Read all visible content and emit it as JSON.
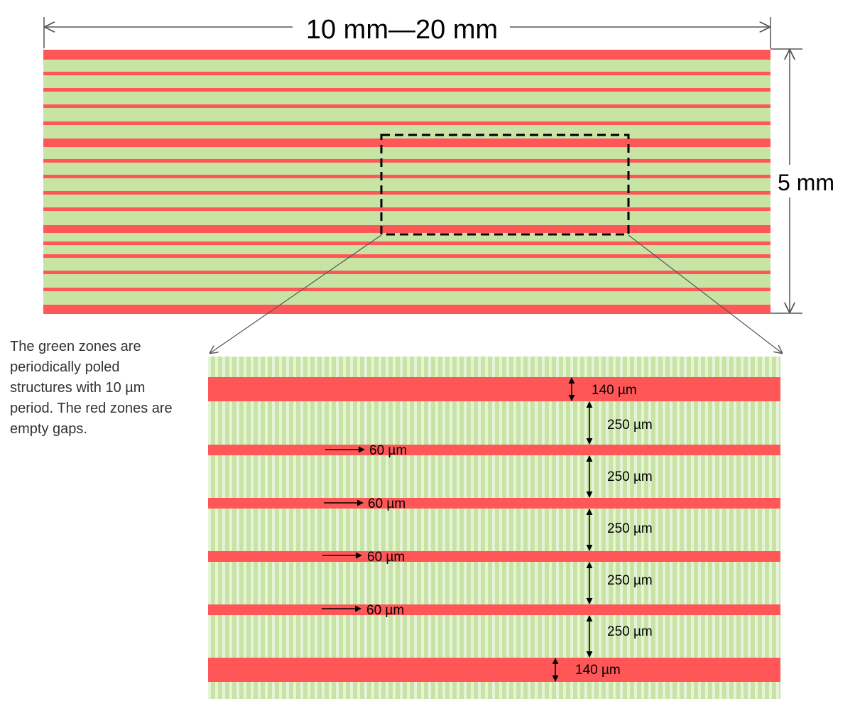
{
  "colors": {
    "green_zone": "#c7e4a5",
    "green_zone_stripe": "#e7f3d9",
    "red_zone": "#ff5757",
    "dim_line": "#555555",
    "dash_box": "#000000",
    "text": "#000000"
  },
  "overview": {
    "width_label": "10 mm—20 mm",
    "height_label": "5 mm"
  },
  "caption": "The green zones are periodically poled structures with 10 µm period. The red zones are empty gaps.",
  "detail": {
    "outer_gap_label": "140 µm",
    "green_zone_label": "250 µm",
    "inner_gap_label": "60 µm"
  }
}
